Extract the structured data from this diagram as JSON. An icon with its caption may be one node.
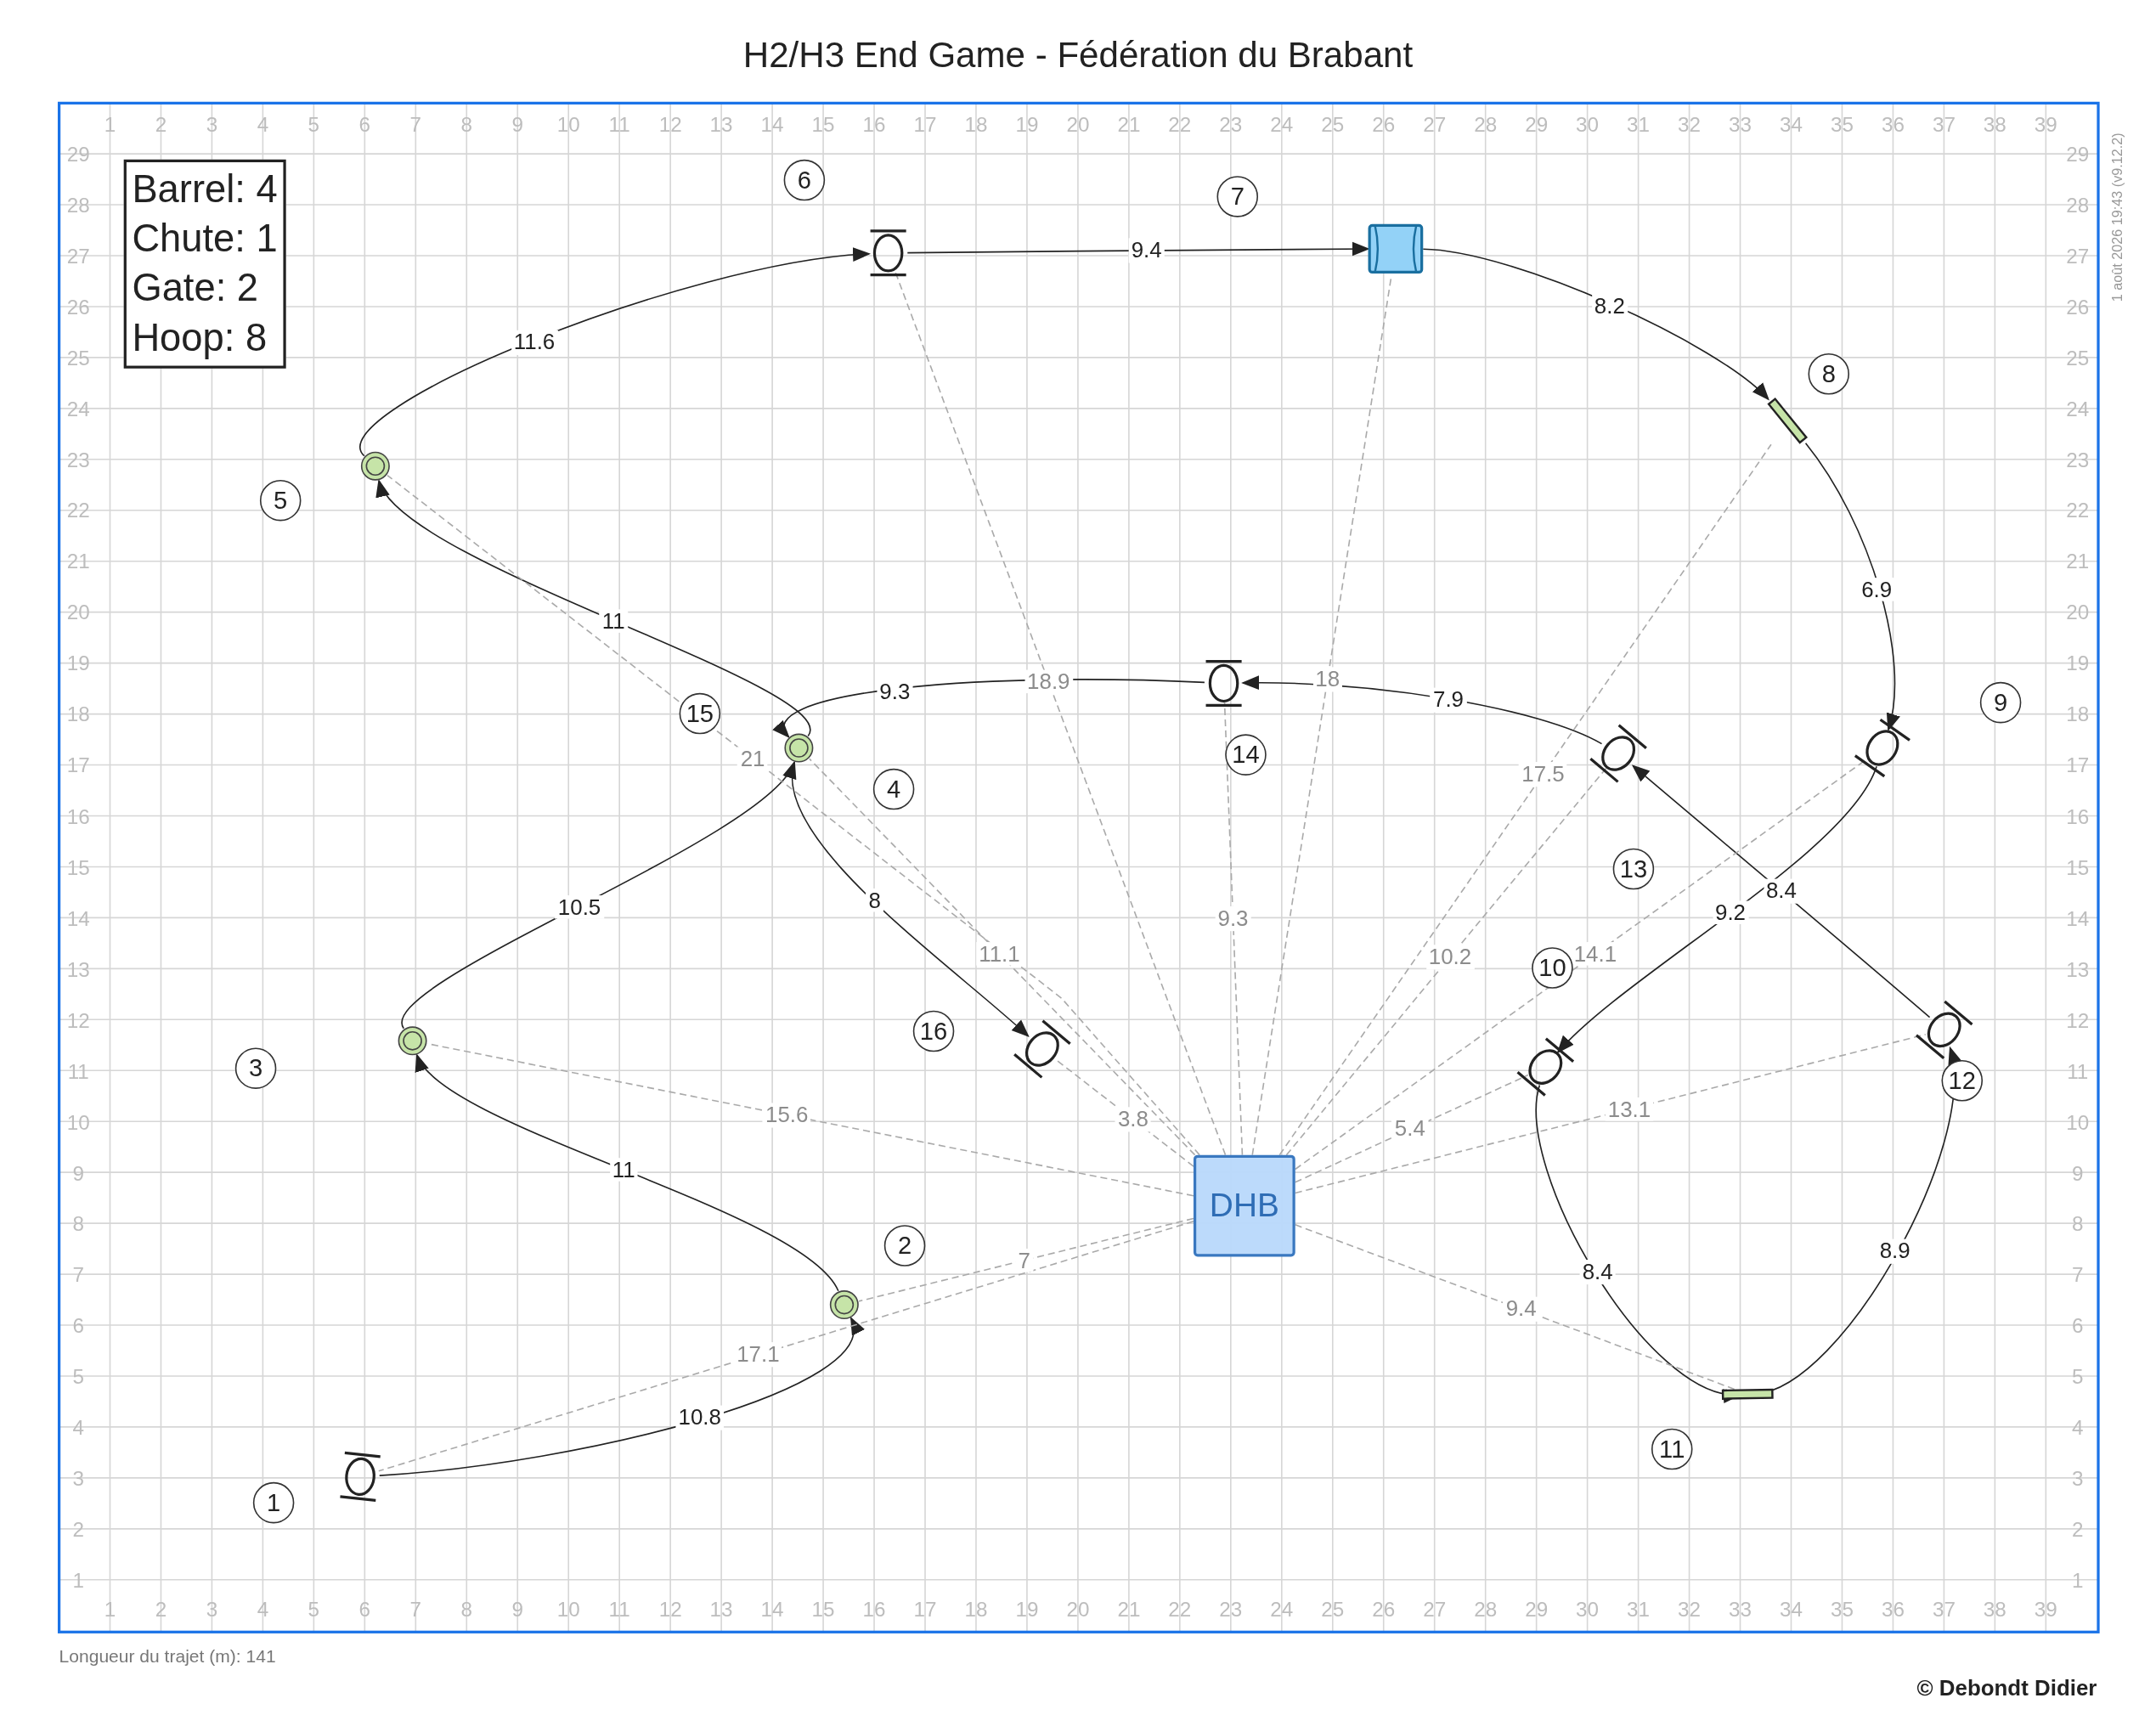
{
  "diagram": {
    "title": "H2/H3 End Game - Fédération du Brabant",
    "nodes": [
      {
        "text": [
          "Barrel: 4",
          "Chute: 1",
          "Gate: 2",
          "Hoop: 8"
        ]
      },
      {
        "text": [],
        "shape": "ellipse"
      },
      {
        "text": [],
        "shape": "circle"
      },
      {
        "text": [],
        "shape": "circle"
      },
      {
        "text": [],
        "shape": "circle"
      },
      {
        "text": [],
        "shape": "circle"
      },
      {
        "text": [],
        "shape": "ellipse"
      },
      {
        "text": [],
        "shape": "cylinder"
      },
      {
        "text": [],
        "shape": "bar"
      },
      {
        "text": [],
        "shape": "ellipse"
      },
      {
        "text": [],
        "shape": "ellipse"
      },
      {
        "text": [],
        "shape": "bar"
      },
      {
        "text": [],
        "shape": "ellipse"
      },
      {
        "text": [],
        "shape": "ellipse"
      },
      {
        "text": [],
        "shape": "ellipse"
      },
      {
        "text": [],
        "shape": "ellipse"
      },
      {
        "text": [
          "DHB"
        ]
      }
    ],
    "edges": [
      {
        "from": 1,
        "to": 2,
        "arrow": "to",
        "label": "10.8"
      },
      {
        "from": 2,
        "to": 3,
        "arrow": "to",
        "label": "11"
      },
      {
        "from": 3,
        "to": 4,
        "arrow": "to",
        "label": "10.5"
      },
      {
        "from": 4,
        "to": 5,
        "arrow": "to",
        "label": "11"
      },
      {
        "from": 5,
        "to": 6,
        "arrow": "to",
        "label": "11.6"
      },
      {
        "from": 6,
        "to": 7,
        "arrow": "to",
        "label": "9.4"
      },
      {
        "from": 7,
        "to": 8,
        "arrow": "to",
        "label": "8.2"
      },
      {
        "from": 8,
        "to": 9,
        "arrow": "to",
        "label": "6.9"
      },
      {
        "from": 9,
        "to": 10,
        "arrow": "to",
        "label": "9.2"
      },
      {
        "from": 10,
        "to": 11,
        "arrow": "to",
        "label": "8.4"
      },
      {
        "from": 11,
        "to": 12,
        "arrow": "to",
        "label": "8.9"
      },
      {
        "from": 12,
        "to": 13,
        "arrow": "to",
        "label": "8.4"
      },
      {
        "from": 13,
        "to": 14,
        "arrow": "to",
        "label": "7.9"
      },
      {
        "from": 14,
        "to": 4,
        "arrow": "to",
        "label": "9.3"
      },
      {
        "from": 4,
        "to": 15,
        "arrow": "to",
        "label": "8"
      },
      {
        "from": 16,
        "to": 1,
        "arrow": "none",
        "label": "17.1",
        "style": "dashed",
        "color": "#aaaaaa"
      },
      {
        "from": 16,
        "to": 2,
        "arrow": "none",
        "label": "7",
        "style": "dashed",
        "color": "#aaaaaa"
      },
      {
        "from": 16,
        "to": 3,
        "arrow": "none",
        "label": "15.6",
        "style": "dashed",
        "color": "#aaaaaa"
      },
      {
        "from": 16,
        "to": 4,
        "arrow": "none",
        "label": "11.1",
        "style": "dashed",
        "color": "#aaaaaa"
      },
      {
        "from": 16,
        "to": 5,
        "arrow": "none",
        "label": "21",
        "style": "dashed",
        "color": "#aaaaaa"
      },
      {
        "from": 16,
        "to": 6,
        "arrow": "none",
        "label": "18.9",
        "style": "dashed",
        "color": "#aaaaaa"
      },
      {
        "from": 16,
        "to": 7,
        "arrow": "none",
        "label": "18",
        "style": "dashed",
        "color": "#aaaaaa"
      },
      {
        "from": 16,
        "to": 8,
        "arrow": "none",
        "label": "17.5",
        "style": "dashed",
        "color": "#aaaaaa"
      },
      {
        "from": 16,
        "to": 9,
        "arrow": "none",
        "label": "14.1",
        "style": "dashed",
        "color": "#aaaaaa"
      },
      {
        "from": 16,
        "to": 10,
        "arrow": "none",
        "label": "5.4",
        "style": "dashed",
        "color": "#aaaaaa"
      },
      {
        "from": 16,
        "to": 11,
        "arrow": "none",
        "label": "9.4",
        "style": "dashed",
        "color": "#aaaaaa"
      },
      {
        "from": 16,
        "to": 12,
        "arrow": "none",
        "label": "13.1",
        "style": "dashed",
        "color": "#aaaaaa"
      },
      {
        "from": 16,
        "to": 13,
        "arrow": "none",
        "label": "10.2",
        "style": "dashed",
        "color": "#aaaaaa"
      },
      {
        "from": 16,
        "to": 14,
        "arrow": "none",
        "label": "9.3",
        "style": "dashed",
        "color": "#aaaaaa"
      },
      {
        "from": 16,
        "to": 15,
        "arrow": "none",
        "label": "3.8",
        "style": "dashed",
        "color": "#aaaaaa"
      }
    ],
    "labels": [
      "1",
      "2",
      "3",
      "4",
      "5",
      "6",
      "7",
      "8",
      "9",
      "10",
      "11",
      "12",
      "13",
      "14",
      "15",
      "16",
      "17",
      "18",
      "19",
      "20",
      "21",
      "22",
      "23",
      "24",
      "25",
      "26",
      "27",
      "28",
      "29",
      "30",
      "31",
      "32",
      "33",
      "34",
      "35",
      "36",
      "37",
      "38",
      "39",
      "29",
      "28",
      "27",
      "26",
      "25",
      "24",
      "23",
      "22",
      "21",
      "20",
      "19",
      "18",
      "17",
      "16",
      "15",
      "14",
      "13",
      "12",
      "11",
      "10",
      "9",
      "8",
      "7",
      "6",
      "5",
      "4",
      "3",
      "2",
      "1",
      "29",
      "28",
      "27",
      "26",
      "25",
      "24",
      "23",
      "22",
      "21",
      "20",
      "19",
      "18",
      "17",
      "16",
      "15",
      "14",
      "13",
      "12",
      "11",
      "10",
      "9",
      "8",
      "7",
      "6",
      "5",
      "4",
      "3",
      "2",
      "1",
      "1",
      "2",
      "3",
      "4",
      "5",
      "6",
      "7",
      "8",
      "9",
      "10",
      "11",
      "12",
      "13",
      "14",
      "15",
      "16",
      "17",
      "18",
      "19",
      "20",
      "21",
      "22",
      "23",
      "24",
      "25",
      "26",
      "27",
      "28",
      "29",
      "30",
      "31",
      "32",
      "33",
      "34",
      "35",
      "36",
      "37",
      "38",
      "39",
      "1",
      "2",
      "3",
      "4",
      "5",
      "6",
      "7",
      "8",
      "9",
      "10",
      "11",
      "12",
      "13",
      "14",
      "15",
      "16",
      "Longueur du trajet (m): 141",
      "1 août 2026 19:43 (v9.12.2)",
      "© Debondt Didier"
    ]
  }
}
